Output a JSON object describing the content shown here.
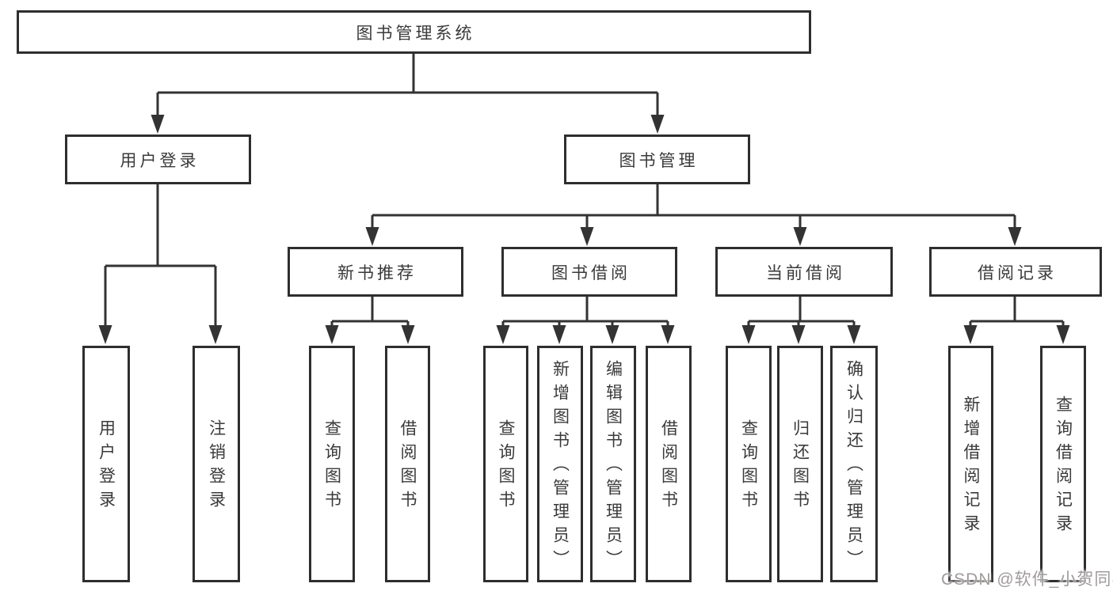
{
  "watermark": "CSDN @软件_小贺同学",
  "tree": {
    "root": {
      "label": "图书管理系统"
    },
    "user_login": {
      "label": "用户登录",
      "children": [
        {
          "label": "用户登录"
        },
        {
          "label": "注销登录"
        }
      ]
    },
    "book_management": {
      "label": "图书管理",
      "sections": [
        {
          "label": "新书推荐",
          "children": [
            {
              "label": "查询图书"
            },
            {
              "label": "借阅图书"
            }
          ]
        },
        {
          "label": "图书借阅",
          "children": [
            {
              "label": "查询图书"
            },
            {
              "label": "新增图书（管理员）"
            },
            {
              "label": "编辑图书（管理员）"
            },
            {
              "label": "借阅图书"
            }
          ]
        },
        {
          "label": "当前借阅",
          "children": [
            {
              "label": "查询图书"
            },
            {
              "label": "归还图书"
            },
            {
              "label": "确认归还（管理员）"
            }
          ]
        },
        {
          "label": "借阅记录",
          "children": [
            {
              "label": "新增借阅记录"
            },
            {
              "label": "查询借阅记录"
            }
          ]
        }
      ]
    }
  }
}
